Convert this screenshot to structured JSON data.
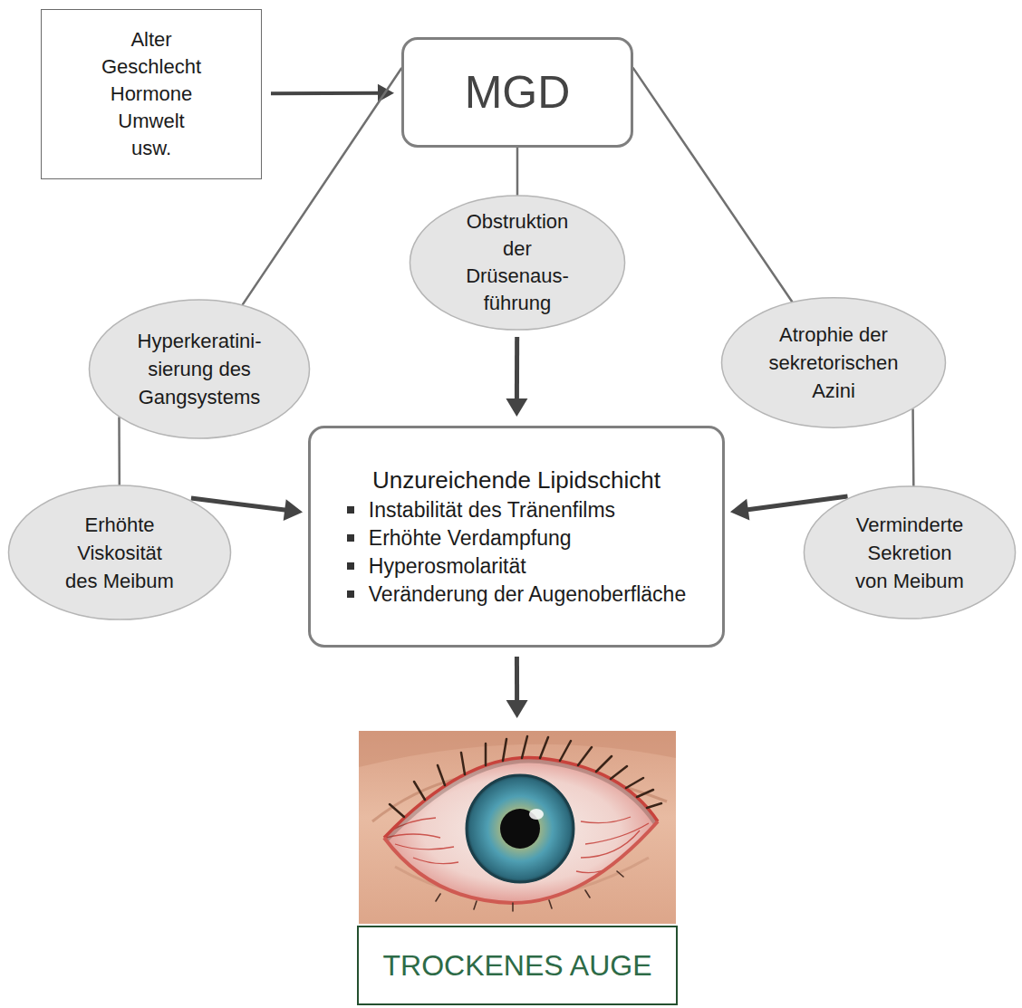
{
  "diagram": {
    "nodes": [
      {
        "text": [
          "Alter Geschlecht Hormone Umwelt usw."
        ]
      },
      {
        "text": [
          "MGD"
        ]
      },
      {
        "text": [
          "Obstruktion der Drüsenaus- führung"
        ]
      },
      {
        "text": [
          "Hyperkeratini- sierung des Gangsystems"
        ]
      },
      {
        "text": [
          "Atrophie der sekretorischen Azini"
        ]
      },
      {
        "text": [
          "Erhöhte Viskosität des Meibum"
        ]
      },
      {
        "text": [
          "Unzureichende Lipidschicht",
          "Instabilität des Tränenfilms",
          "Erhöhte Verdampfung",
          "Hyperosmolarität",
          "Veränderung der Augenoberfläche"
        ]
      },
      {
        "text": [
          "Verminderte Sekretion von Meibum"
        ]
      },
      {
        "text": [
          "TROCKENES AUGE"
        ]
      }
    ],
    "edges": [
      {
        "from": 0,
        "to": 1,
        "arrow": "to"
      },
      {
        "from": 1,
        "to": 3,
        "arrow": "none"
      },
      {
        "from": 1,
        "to": 2,
        "arrow": "none"
      },
      {
        "from": 1,
        "to": 4,
        "arrow": "none"
      },
      {
        "from": 3,
        "to": 5,
        "arrow": "none"
      },
      {
        "from": 4,
        "to": 7,
        "arrow": "none"
      },
      {
        "from": 2,
        "to": 6,
        "arrow": "to"
      },
      {
        "from": 5,
        "to": 6,
        "arrow": "to"
      },
      {
        "from": 7,
        "to": 6,
        "arrow": "to"
      },
      {
        "from": 6,
        "to": 8,
        "arrow": "to"
      }
    ]
  }
}
